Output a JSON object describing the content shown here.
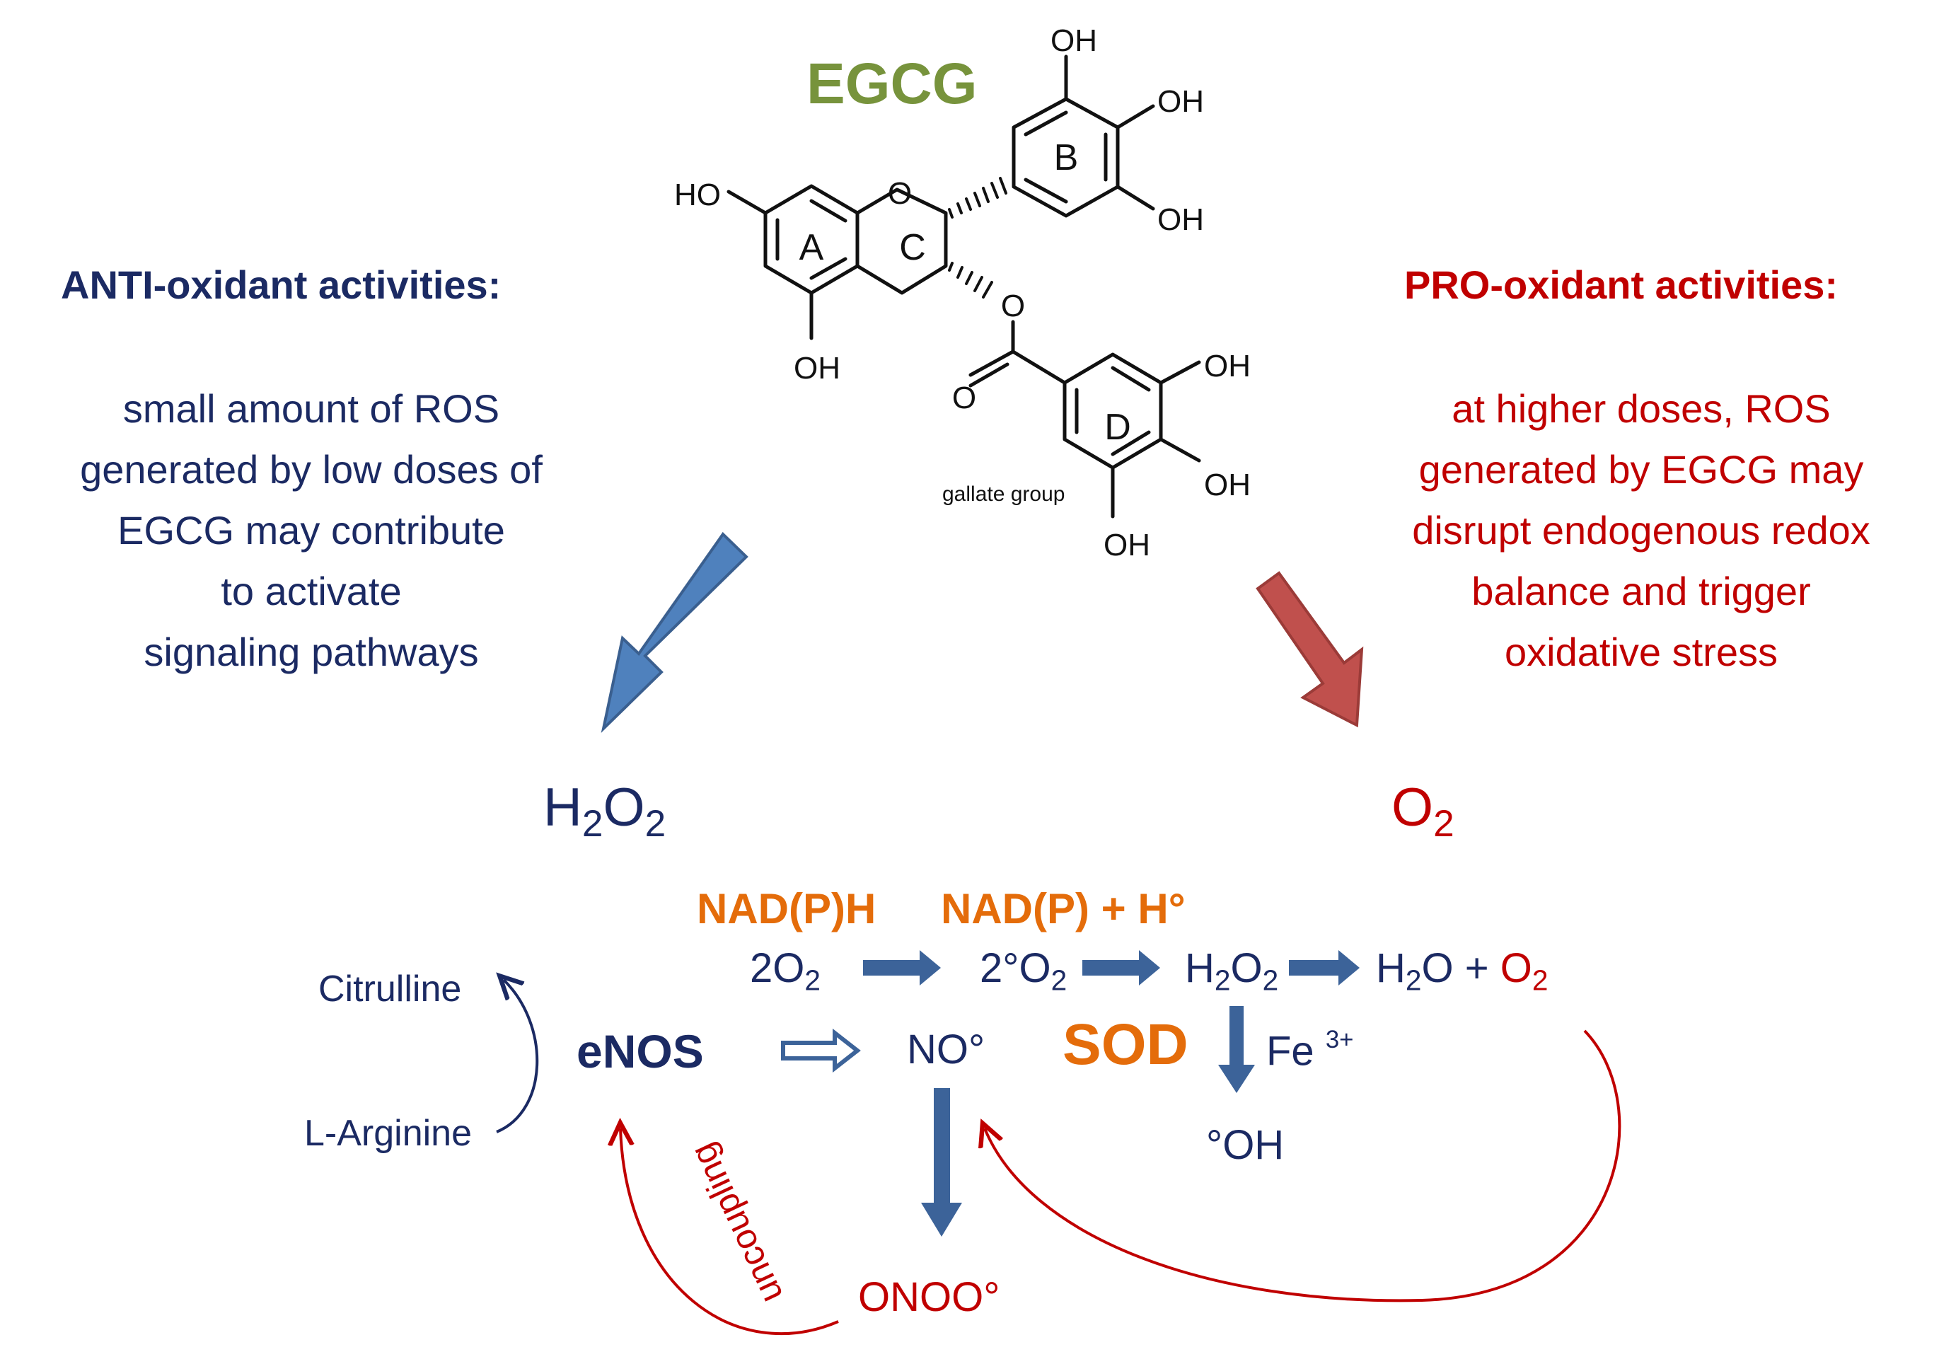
{
  "molecule": {
    "name": "EGCG",
    "rings": [
      "A",
      "C",
      "B",
      "D"
    ],
    "ho_label": "HO",
    "oh_label": "OH",
    "o_label": "O",
    "gallate_label": "gallate group"
  },
  "anti": {
    "heading": "ANTI-oxidant activities:",
    "lines": [
      "small amount of ROS",
      "generated by low doses of",
      "EGCG may contribute",
      "to activate",
      "signaling pathways"
    ]
  },
  "pro": {
    "heading": "PRO-oxidant activities:",
    "lines": [
      "at higher doses, ROS",
      "generated by EGCG may",
      "disrupt endogenous redox",
      "balance and trigger",
      "oxidative stress"
    ]
  },
  "species": {
    "h2o2_main_base": "H",
    "h2o2_main_sub1": "2",
    "h2o2_main_mid": "O",
    "h2o2_main_sub2": "2",
    "o2_main_base": "O",
    "o2_main_sub": "2",
    "nadph": "NAD(P)H",
    "nadp": "NAD(P) + H°",
    "two_o2_base": "2O",
    "two_o2_sub": "2",
    "superoxide_base": "2°O",
    "superoxide_sub": "2",
    "h2o2_base": "H",
    "h2o2_sub1": "2",
    "h2o2_mid": "O",
    "h2o2_sub2": "2",
    "water_base": "H",
    "water_sub": "2",
    "water_rest": "O + ",
    "o2_prod_base": "O",
    "o2_prod_sub": "2",
    "citrulline": "Citrulline",
    "arginine": "L-Arginine",
    "enos": "eNOS",
    "no": "NO°",
    "sod": "SOD",
    "fe": "Fe",
    "fe_charge": "3+",
    "oh_radical": "°OH",
    "onoo": "ONOO°",
    "uncoupling": "uncoupling"
  },
  "colors": {
    "navy": "#1b2a63",
    "red": "#c00000",
    "orange": "#e46c0a",
    "green": "#77933c",
    "arrow_blue": "#4f81bd",
    "arrow_red": "#c0504d"
  }
}
